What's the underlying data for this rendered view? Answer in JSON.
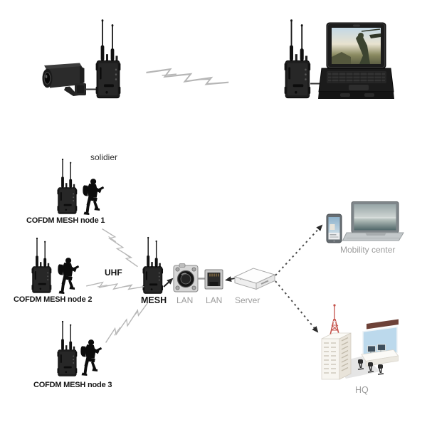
{
  "labels": {
    "soldier": "solidier",
    "node1": "COFDM MESH node 1",
    "node2": "COFDM MESH node 2",
    "node3": "COFDM MESH node 3",
    "uhf": "UHF",
    "mesh": "MESH",
    "lan_camera": "LAN",
    "lan_ethernet": "LAN",
    "server": "Server",
    "mobility_center": "Mobility center",
    "hq": "HQ"
  },
  "icons": {
    "wireless_link": "zigzag-lightning-bolt",
    "wired_link": "solid-black-arrow",
    "remote_link": "dotted-black-arrow"
  },
  "colors": {
    "background": "#ffffff",
    "device_black": "#1e1e1e",
    "bolt_gray": "#b6b6b6",
    "dotted_gray": "#4a4a4a",
    "label_black": "#161616",
    "label_gray": "#9c9c9c",
    "screen_blue": "#bcd9ec",
    "tower_red": "#c4524a",
    "building_white": "#f7f5f0"
  }
}
